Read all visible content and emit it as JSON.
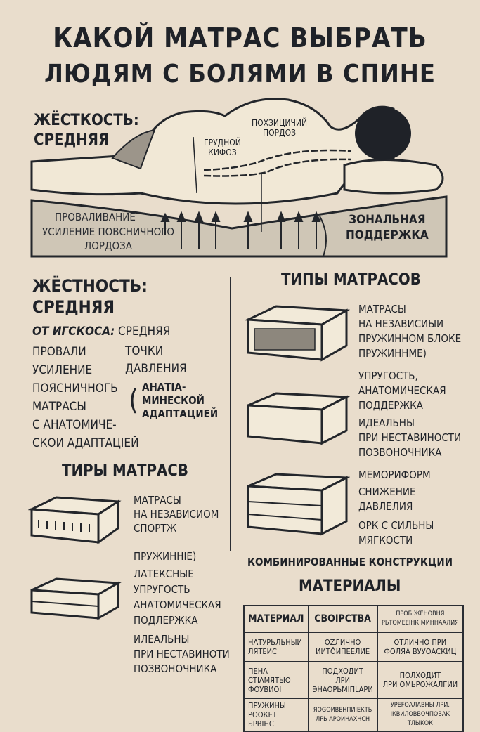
{
  "title": {
    "line1": "КАКОЙ МАТРАС ВЫБРАТЬ",
    "line2": "ЛЮДЯМ С БОЛЯМИ В СПИНЕ"
  },
  "diagram": {
    "firmness": "ЖЁСТКОСТЬ:\nСРЕДНЯЯ",
    "label_lordosis": "ПОХЗИЦИЧИЙ\nПОРДОЗ",
    "label_kyphosis": "ГРУДНОЙ\nКИФОЗ",
    "label_sagging": "ПРОВАЛИВАНИЕ",
    "label_lumbar": "УСИЛЕНИЕ ПОВСНИЧНОГО\nЛОРДОЗА",
    "label_zonal": "ЗОНАЛЬНАЯ\nПОДДЕРЖКА"
  },
  "left": {
    "heading": "ЖЁСТНОСТЬ:\nСРЕДНЯЯ",
    "subtitle_bold": "ОТ ИГСКОСА:",
    "subtitle_rest": " СРЕДНЯЯ",
    "col1": "ПРОВАЛИ\nУСИЛЕНИЕ\nПОЯСНИЧНОГЬ\nМАТРАСЫ\nС АНАТОМИЧЕ-\nСКОИ АДАПТАЦІЕЙ",
    "col2a": "ТОЧКИ\nДАВЛЕНИЯ",
    "col2b": "АНАТІА-\nМИНЕСКОЙ\nАДАПТАЦИЕЙ",
    "types_heading": "ТИРЫ МАТРАСВ",
    "type1": "МАТРАСЫ\nНА НЕЗАВИСИОМ\nСПОРТЖ\n\nПРУЖИННІЕ)",
    "type2": "ЛАТЕКСНЫЕ\nУПРУГОСТЬ\nАНАТОМИЧЕСКАЯ\nПОДЛЕРЖКА",
    "type2b": "ИЛЕАЛЬНЫ\nПРИ НЕСТАВИНОТИ\nПОЗВОНОЧНИКА"
  },
  "right": {
    "heading": "ТИПЫ МАТРАСОВ",
    "type1": "МАТРАСЫ\nНА НЕЗАВИСИЫИ\nПРУЖИННОМ БЛОКЕ\nПРУЖИННМЕ)",
    "type1b": "УПРУГОСТЬ,\nАНАТОМИЧЕСКАЯ\nПОДДЕРЖКА",
    "type2": "ИДЕАЛЬНЫ\nПРИ НЕСТАВИНОСТИ\nПОЗВОНОЧНИКА",
    "type3": "МЕМОРИФОРМ",
    "type3b": "СНИЖЕНИЕ\nДАВЛЕЛИЯ",
    "type3c": "ОРК С СИЛЬНЫ\nМЯГКОСТИ",
    "combined": "КОМБИНИРОВАННЫЕ КОНСТРУКЦИИ",
    "materials_heading": "МАТЕРИАЛЫ"
  },
  "table": {
    "headers": [
      "МАТЕРИАЛ",
      "СВОІРСТВА",
      "ПРОБ.ЖЕНОВНЯ\nРЬТОМЕЕІНК.МИННААЛИЯ"
    ],
    "rows": [
      [
        "НАТУРЬЛЬНЫИ\nЛЯТЕИС",
        "ОZЛИЧНО\nИИТÔИПЕЕЛИЕ",
        "ОТЛИЧНО ПРИ\nФОЛЯА ВУУОАСКИЦ"
      ],
      [
        "ПЕНА\nСТІАМЯТЫО\nФОУВИОІ",
        "ПОДХОДИТ\nЛРИ\nЭНАОРЬМІПLАРИ",
        "ПОЛХОДИТ\nЛРИ ОМЬРОЖАЛГИИ"
      ],
      [
        "ПРУЖИНЫ\nРООКЕТ БРВІНС",
        "ЯОGОИВЕНПИІЕКТЬ\nЛРЬ АРОИНАХНСН",
        "УРЕFОАЛАВНЫ ЛРИ.\nІКВИЛОВВОЧПОВАК ТЛЫКОК"
      ]
    ]
  },
  "colors": {
    "background": "#e9ddcc",
    "ink": "#1f2228",
    "mattress": "#cfc6b6"
  }
}
